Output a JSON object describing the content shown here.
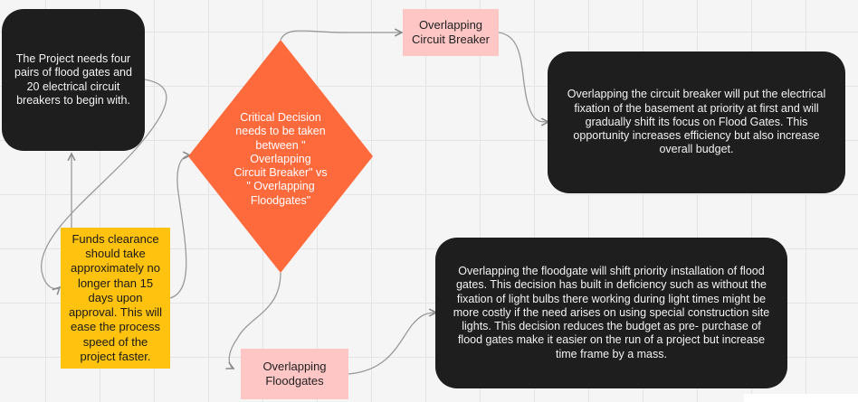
{
  "nodes": {
    "project_need": "The Project needs four pairs of flood gates and 20 electrical circuit breakers to begin with.",
    "funds_clearance": "Funds clearance should take approximately no longer than 15 days upon approval. This will ease the process speed of the project faster.",
    "critical_decision": "Critical Decision needs to be taken between \" Overlapping Circuit Breaker\" vs \" Overlapping Floodgates\"",
    "overlap_breaker": "Overlapping Circuit Breaker",
    "breaker_note": "Overlapping the circuit breaker will put the electrical fixation of the basement at priority at first and will gradually shift its focus on Flood Gates. This opportunity increases efficiency but also increase overall budget.",
    "overlap_floodgates": "Overlapping Floodgates",
    "floodgate_note": "Overlapping the floodgate will shift priority installation of flood gates. This decision has built in deficiency such as without the fixation of light bulbs there working during light times might be more costly if the need arises on using special construction site lights. This decision reduces the budget as pre- purchase of flood gates make it easier on the run of a project but increase time frame by a mass."
  },
  "colors": {
    "dark": "#1e1e1e",
    "funds": "#ffc20e",
    "decision": "#ff6a3d",
    "option": "#ffc6c6",
    "connector": "#9a9a9a"
  }
}
